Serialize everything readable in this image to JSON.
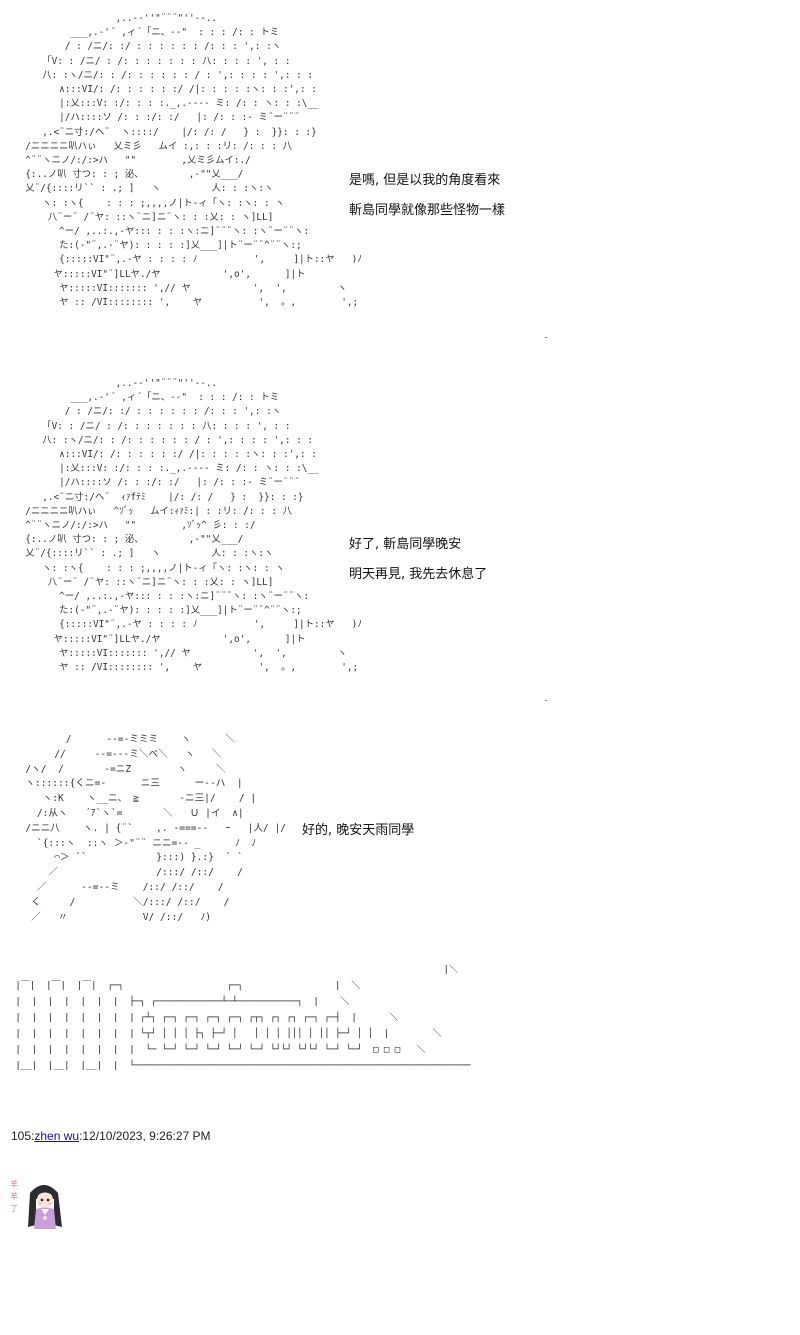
{
  "panels": [
    {
      "art": "                  ,..-‐''\"¨¨¨\"''‐-..\n          ___,.-'´ ,ィ´「ニ、-‐\"  : : : /: : トミ\n         / : /ニ/: :/ : : : : : : /: : : ',: :ヽ\n     「V: : /ニ/ : /: : : : : : : 八: : : : ', : : \n     八: :ヽ/ニ/: : /: : : : : : / : ',: : : : ',: : :\n        ∧:::VI/: /: : : : : :/ /|: : : : :ヽ: : :',: :\n        |:乂:::V: :/: : : :._,.-‐‐- ミ: /: : ヽ: : :\\__\n        |/ハ::::ソ /: : :/: :/   |: /: : :- ミ¨ー¨¨¨\n     ,.<¨ニ寸:/ヘ¨  ヽ::::/    |/: /: /   } :  }}: : :}\n  /ニニニニ叭ハぃ   乂ミ彡   ムイ :,: : :リ: /: : : 八\n  ^¨¨ヽニノ/:/:>ハ   \"\"        ,乂ミ彡ムイ:./\n  {:..ノ叭 寸つ: : ; 泌、        ,-\"\"乂___/\n  乂¨/{::::リ`` : .; ]   ヽ         人: : :ヽ:ヽ\n     ヽ: :ヽ{    : : : ;,,,,ノ|ト-ィ「ヽ: :ヽ: : ヽ\n      八¨ー¨ /¨ヤ: ::ヽ¨ニ]ニ¨ヽ: : :乂: : ヽ]LL]\n        ^ー/ ,..:.,-ヤ::: : : :ヽ:ニ]¨¨¨ヽ: :ヽ¨ー¨¨ヽ:\n        た:(-\"¨,.-¨ヤ): : : : :]乂___]|ト¨ー¨¨^¨¨ヽ:;\n        {:::::VI\"¨,.-ヤ : : : : ﾉ          ',     ]|ト::ヤ   )ﾉ\n       ヤ:::::VI\"¨]LLヤ./ヤ           ',o',      ]|ト\n        ヤ:::::VI::::::: ',// ヤ           ',  ',         ヽ\n        ヤ :: /VI:::::::: ',    ヤ          ',  。,        ',;",
      "lines": [
        "是嗎, 但是以我的角度看來",
        "斬島同學就像那些怪物一樣"
      ]
    },
    {
      "art": "                  ,..-‐''\"¨¨¨\"''‐-..\n          ___,.-'´ ,ィ´「ニ、-‐\"  : : : /: : トミ\n         / : /ニ/: :/ : : : : : : /: : : ',: :ヽ\n     「V: : /ニ/ : /: : : : : : : 八: : : : ', : : \n     八: :ヽ/ニ/: : /: : : : : : / : ',: : : : ',: : :\n        ∧:::VI/: /: : : : : :/ /|: : : : :ヽ: : :',: :\n        |:乂:::V: :/: : : :._,.-‐‐- ミ: /: : ヽ: : :\\__\n        |/ハ::::ソ /: : :/: :/   |: /: : :- ミ¨ー¨¨¨\n     ,.<¨ニ寸:/ヘ¨  ｨｧfﾃﾐ    |/: /: /   } :  }}: : :}\n  /ニニニニ叭ハぃ   ^ｿﾞｯ   ムイ:ｨｧﾐ:| : :リ: /: : : 八\n  ^¨¨ヽニノ/:/:>ハ   \"\"        ,ｿﾞｯ^ 彡: : :/\n  {:..ノ叭 寸つ: : ; 泌、        ,-\"\"乂___/\n  乂¨/{::::リ`` : .; ]   ヽ         人: : :ヽ:ヽ\n     ヽ: :ヽ{    : : : ;,,,,ノ|ト-ィ「ヽ: :ヽ: : ヽ\n      八¨ー¨ /¨ヤ: ::ヽ¨ニ]ニ¨ヽ: : :乂: : ヽ]LL]\n        ^ー/ ,..:.,-ヤ::: : : :ヽ:ニ]¨¨¨ヽ: :ヽ¨ー¨¨ヽ:\n        た:(-\"¨,.-¨ヤ): : : : :]乂___]|ト¨ー¨¨^¨¨ヽ:;\n        {:::::VI\"¨,.-ヤ : : : : ﾉ          ',     ]|ト::ヤ   )ﾉ\n       ヤ:::::VI\"¨]LLヤ./ヤ           ',o',      ]|ト\n        ヤ:::::VI::::::: ',// ヤ           ',  ',         ヽ\n        ヤ :: /VI:::::::: ',    ヤ          ',  。,        ',;",
      "lines": [
        "好了, 斬島同學晚安",
        "明天再見, 我先去休息了"
      ]
    },
    {
      "art": "          /      --=-ミミミ    ヽ      ＼\n        //     --=---ミ＼ベ＼   ヽ   ＼\n   /ヽ/  /       -=ニZ        ヽ     ＼\n   ヽ::::::{くニ=-      ニ三      ー‐‐ハ  |\n      ヽ:K    ヽ__ニ、 ≧       -ニ三|/    / |\n     /:从ヽ   ´ｱ`ヽ`=       ＼   Ｕ |イ  ∧|\n   /ニニ八    ヽ. | {¨`    ,. ‐===‐-   ｰ   |人/ |/\n     `{:::ヽ  ::ヽ ＞‐\"¨¨ ニニ=-- _      ﾉ  ﾉ\n        ⌒＞ ``            }:::) }.:}  ` `\n       ／                 /:::/ /::/    /\n     ／      --=--ミ    /::/ /::/    /\n    く     /          ＼/:::/ /::/    /\n    ／   〃             V/ /::/   ﾉ)",
      "lines": [
        "好的, 晚安天雨同學"
      ]
    }
  ],
  "banner": {
    "art": "                                                                                |＼\n |￣|  |￣|  |￣|  ┌─┐                   ┌─┐                 |  ＼\n |  |  |  |  |  |  |  ├─┐ ┌────────────┴─┴───────────┐  |    ＼\n |  |  |  |  |  |  |  | ┌┴┐ ┌─┐ ┌─┐ ┌─┐ ┌─┐ ┌┬┐ ┌┐ ┌┐ ┌─┐ ┌─┤  |      ＼\n |  |  |  |  |  |  |  | └┬┘ │ │ │ ├┐ ├─┘ │   │ │ │ │││ │ ││ ├─┘ │ │  |        ＼\n |  |  |  |  |  |  |  |  └─ └─┘ └─┘ └─┘ └─┘ └─┘ └┘└┘ └┘└┘ └─┘ └─┘  □ □ □   ＼\n |__|  |__|  |__|  |  └──────────────────────────────────────────────────────────────"
  },
  "post": {
    "number": "105",
    "separator": ":",
    "author": "zhen wu",
    "timestamp": ":12/10/2023, 9:26:27 PM"
  },
  "avatar": {
    "icon": "anime-girl-avatar-icon",
    "side_text": "羊羊了"
  },
  "colors": {
    "text": "#111111",
    "art": "#333333",
    "link": "#1a0dab",
    "background": "#ffffff"
  }
}
